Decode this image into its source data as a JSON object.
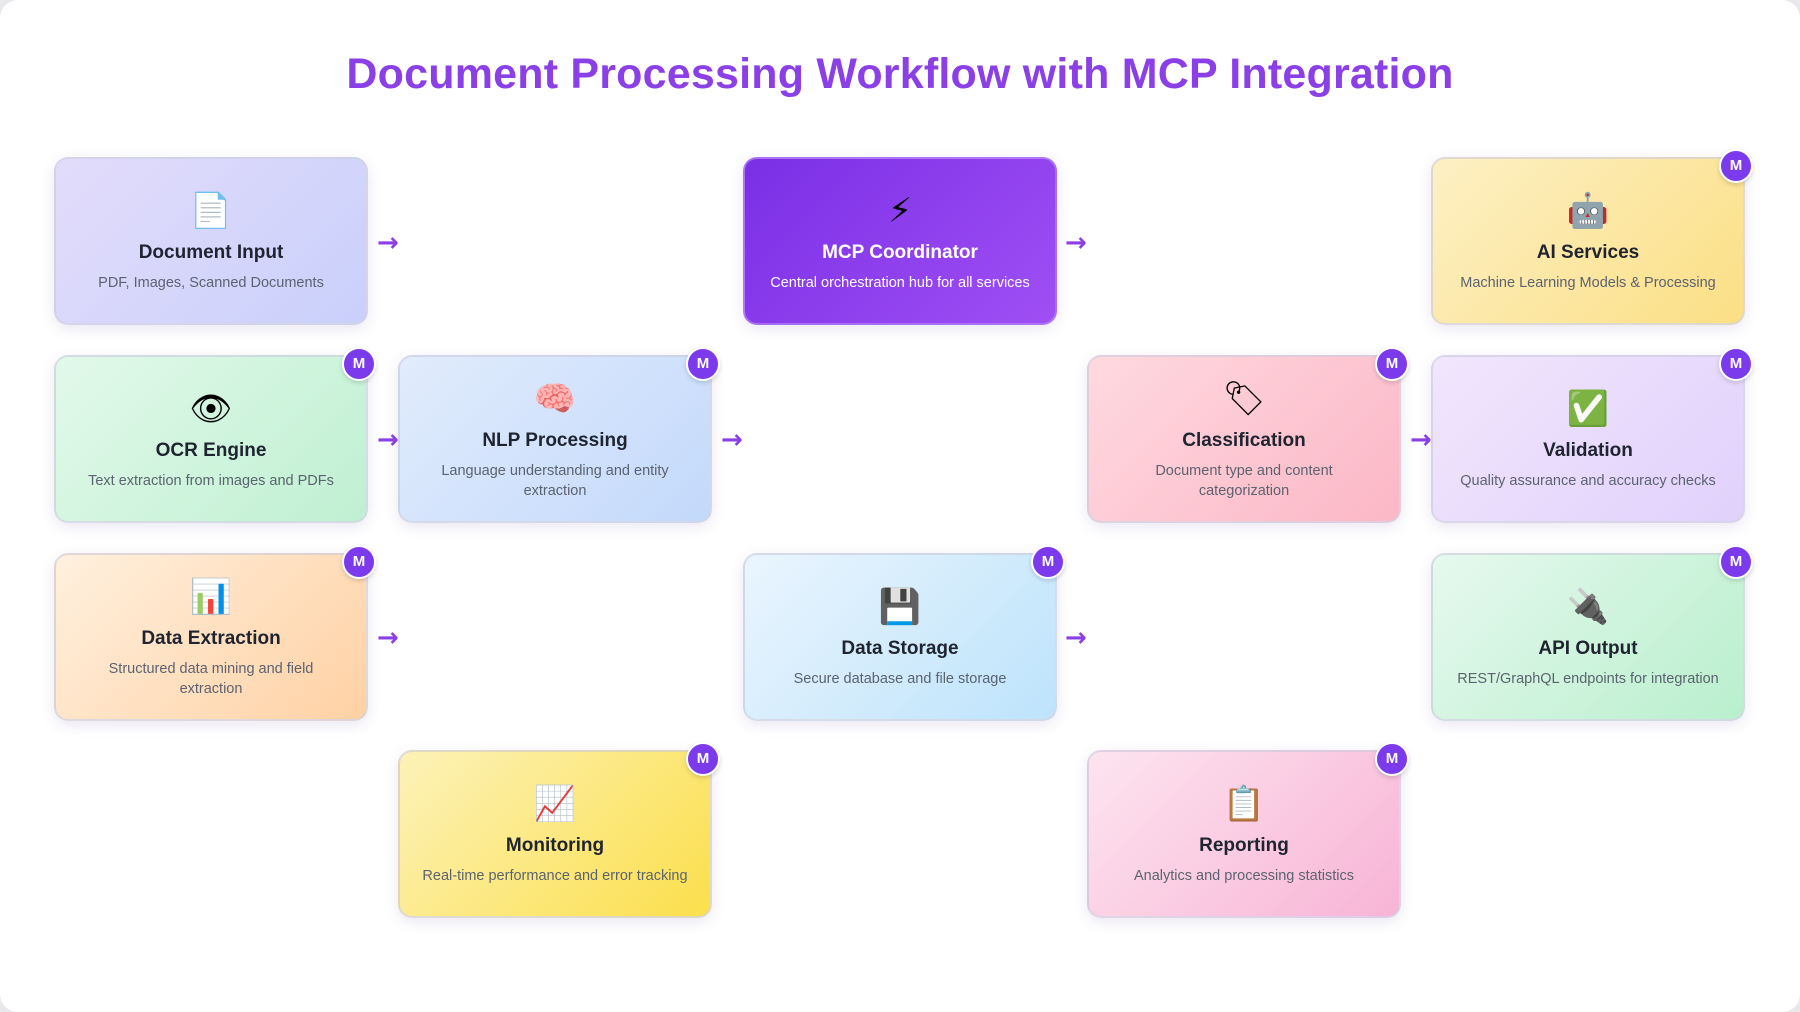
{
  "title": "Document Processing Workflow with MCP Integration",
  "badge_label": "M",
  "arrow_glyph": "→",
  "colors": {
    "title": "#8b3fe6",
    "accent": "#7c3aed",
    "arrow": "#8b3fe6"
  },
  "nodes": {
    "document_input": {
      "icon": "📄",
      "icon_name": "document-icon",
      "name": "Document Input",
      "desc": "PDF, Images, Scanned Documents"
    },
    "mcp_coordinator": {
      "icon": "⚡",
      "icon_name": "lightning-icon",
      "name": "MCP Coordinator",
      "desc": "Central orchestration hub for all services"
    },
    "ai_services": {
      "icon": "🤖",
      "icon_name": "robot-icon",
      "name": "AI Services",
      "desc": "Machine Learning Models & Processing"
    },
    "ocr_engine": {
      "icon": "👁",
      "icon_name": "eye-icon",
      "name": "OCR Engine",
      "desc": "Text extraction from images and PDFs"
    },
    "nlp_processing": {
      "icon": "🧠",
      "icon_name": "brain-icon",
      "name": "NLP Processing",
      "desc": "Language understanding and entity extraction"
    },
    "classification": {
      "icon": "🏷",
      "icon_name": "tag-icon",
      "name": "Classification",
      "desc": "Document type and content categorization"
    },
    "validation": {
      "icon": "✅",
      "icon_name": "check-icon",
      "name": "Validation",
      "desc": "Quality assurance and accuracy checks"
    },
    "data_extraction": {
      "icon": "📊",
      "icon_name": "bar-chart-icon",
      "name": "Data Extraction",
      "desc": "Structured data mining and field extraction"
    },
    "data_storage": {
      "icon": "💾",
      "icon_name": "floppy-disk-icon",
      "name": "Data Storage",
      "desc": "Secure database and file storage"
    },
    "api_output": {
      "icon": "🔌",
      "icon_name": "plug-icon",
      "name": "API Output",
      "desc": "REST/GraphQL endpoints for integration"
    },
    "monitoring": {
      "icon": "📈",
      "icon_name": "trend-chart-icon",
      "name": "Monitoring",
      "desc": "Real-time performance and error tracking"
    },
    "reporting": {
      "icon": "📋",
      "icon_name": "clipboard-icon",
      "name": "Reporting",
      "desc": "Analytics and processing statistics"
    }
  }
}
